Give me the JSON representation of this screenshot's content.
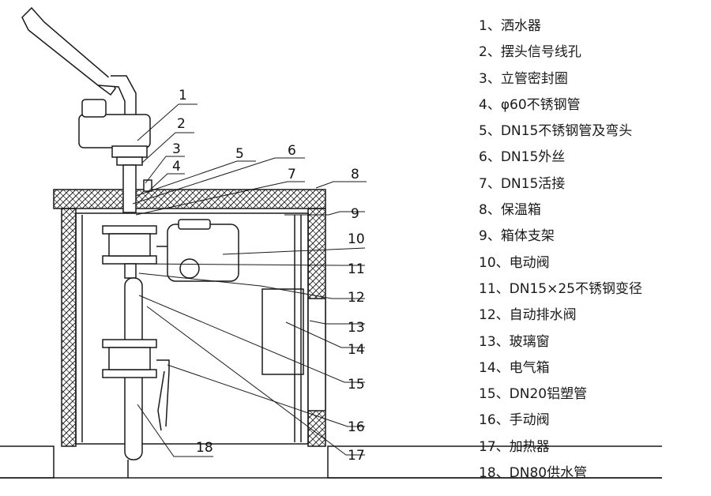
{
  "callout_numbers": [
    "1",
    "2",
    "3",
    "4",
    "5",
    "6",
    "7",
    "8",
    "9",
    "10",
    "11",
    "12",
    "13",
    "14",
    "15",
    "16",
    "17",
    "18"
  ],
  "legend": [
    "1、洒水器",
    "2、摆头信号线孔",
    "3、立管密封圈",
    "4、φ60不锈钢管",
    "5、DN15不锈钢管及弯头",
    "6、DN15外丝",
    "7、DN15活接",
    "8、保温箱",
    "9、箱体支架",
    "10、电动阀",
    "11、DN15×25不锈钢变径",
    "12、自动排水阀",
    "13、玻璃窗",
    "14、电气箱",
    "15、DN20铝塑管",
    "16、手动阀",
    "17、加热器",
    "18、DN80供水管"
  ],
  "colors": {
    "line": "#1a1a1a",
    "background": "#ffffff"
  }
}
